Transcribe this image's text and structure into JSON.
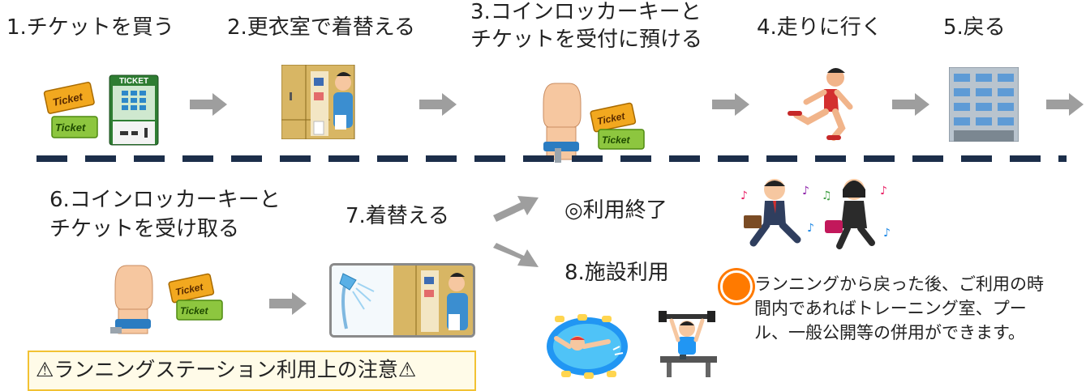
{
  "steps": {
    "s1": "1.チケットを買う",
    "s2": "2.更衣室で着替える",
    "s3_line1": "3.コインロッカーキーと",
    "s3_line2": "チケットを受付に預ける",
    "s4": "4.走りに行く",
    "s5": "5.戻る",
    "s6_line1": "6.コインロッカーキーと",
    "s6_line2": "チケットを受け取る",
    "s7": "7.着替える",
    "end": "◎利用終了",
    "s8": "8.施設利用"
  },
  "ticket_labels": {
    "ticket": "Ticket",
    "machine": "TICKET"
  },
  "note": {
    "line1": "ランニングから戻った後、ご利用の時",
    "line2": "間内であればトレーニング室、プー",
    "line3": "ル、一般公開等の併用ができます。"
  },
  "warning": {
    "title": "⚠ランニングステーション利用上の注意⚠"
  },
  "colors": {
    "arrow": "#9e9e9e",
    "dash": "#1c2e4a",
    "bullet": "#ff7a00",
    "warning_border": "#f2c233"
  },
  "icons": [
    "ticket-icon",
    "ticket-machine-icon",
    "locker-room-icon",
    "wristband-key-icon",
    "runner-icon",
    "building-icon",
    "shower-locker-icon",
    "businesspeople-icon",
    "swimmer-icon",
    "training-bench-icon"
  ]
}
